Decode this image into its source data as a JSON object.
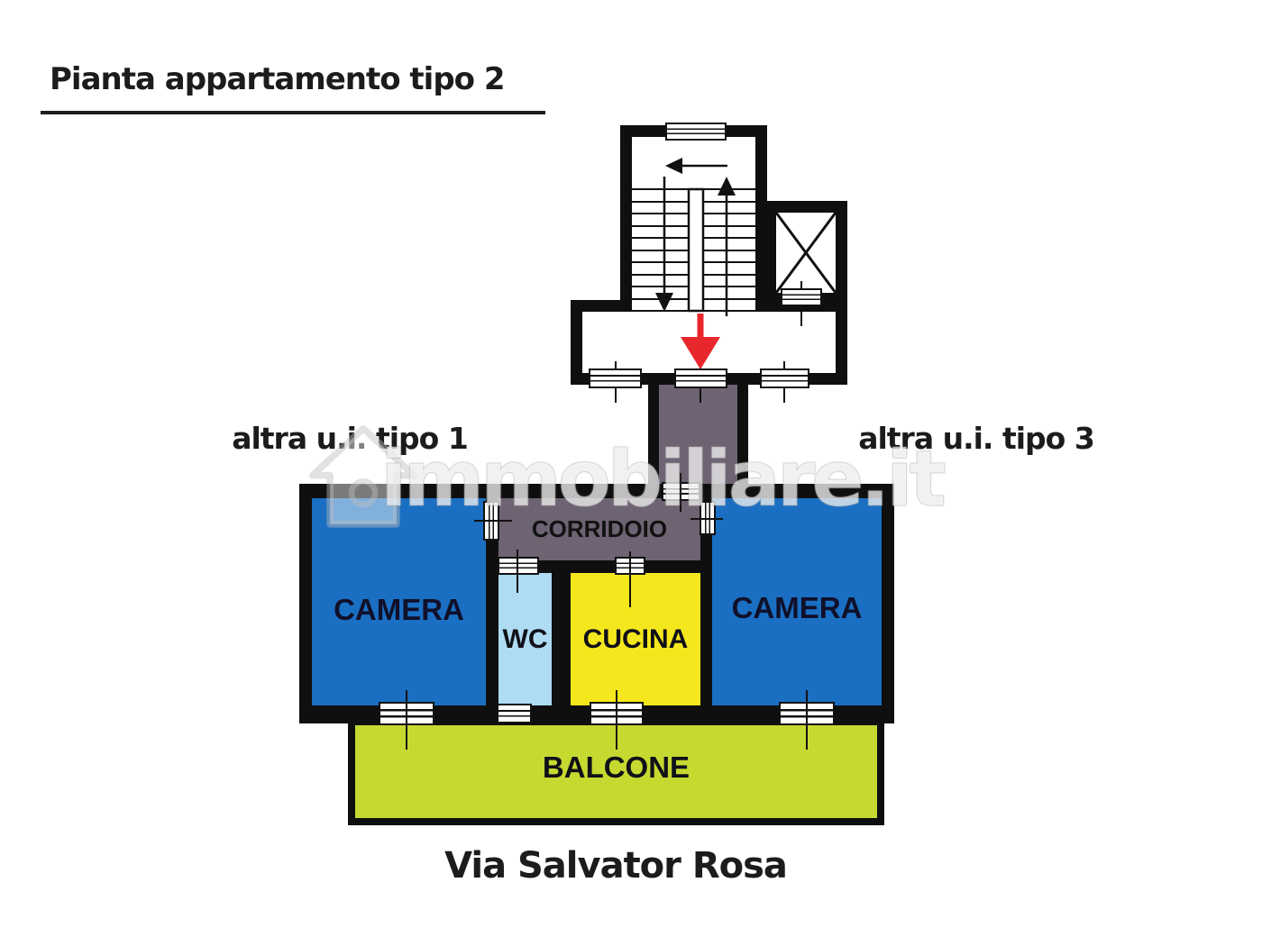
{
  "title": "Pianta appartamento tipo 2",
  "labels": {
    "unit_left": "altra u.i. tipo 1",
    "unit_right": "altra u.i. tipo 3",
    "street": "Via Salvator Rosa"
  },
  "rooms": {
    "camera_left": "CAMERA",
    "camera_right": "CAMERA",
    "wc": "WC",
    "cucina": "CUCINA",
    "corridoio": "CORRIDOIO",
    "balcone": "BALCONE"
  },
  "watermark": "immobiliare.it",
  "icons": {
    "entry_arrow": "red-down-arrow",
    "elevator": "x-cross",
    "stair_direction": "up-down-left-arrows"
  },
  "colors": {
    "camera": "#1a6fc2",
    "wc": "#aedcf2",
    "cucina": "#f5e71d",
    "balcone": "#c6d930",
    "corridor": "#6e6372",
    "wall": "#0f0f0f",
    "entry_arrow": "#e8272c"
  }
}
